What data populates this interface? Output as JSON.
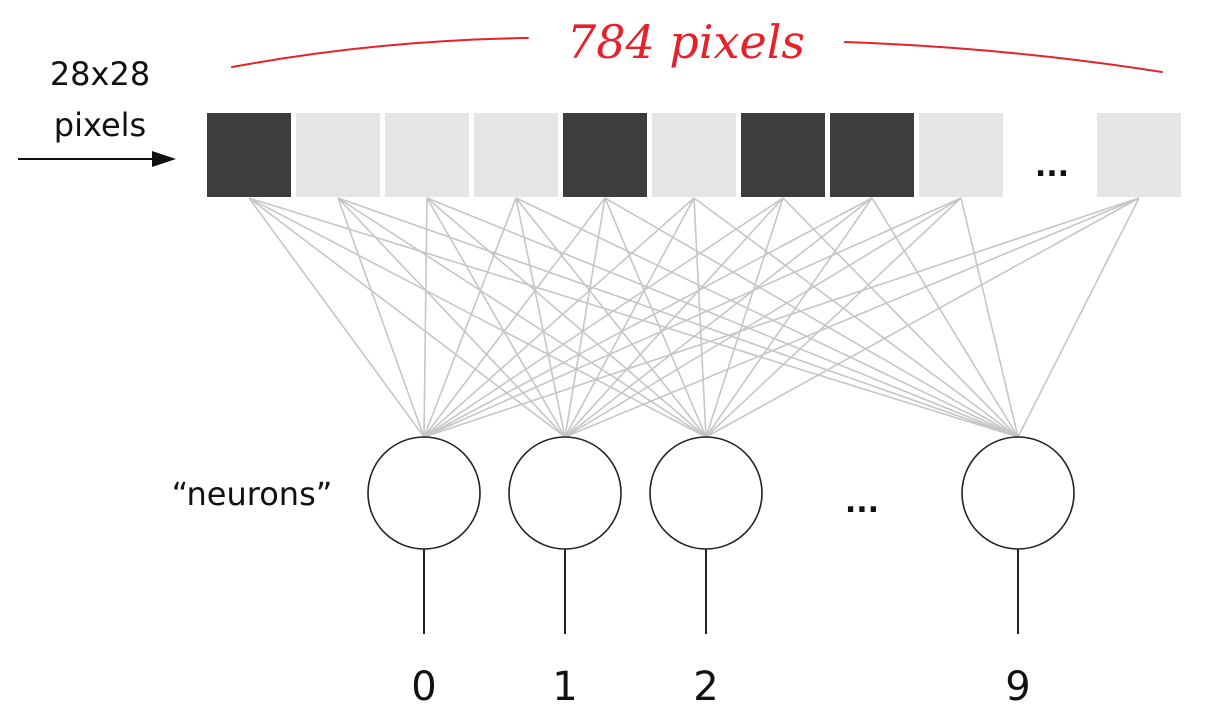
{
  "input_label_line1": "28x28",
  "input_label_line2": "pixels",
  "brace_label": "784 pixels",
  "pixel_cells": [
    "dark",
    "light",
    "light",
    "light",
    "dark",
    "light",
    "dark",
    "dark",
    "light",
    "light"
  ],
  "pixel_ellipsis": "...",
  "neurons_label": "“neurons”",
  "neuron_ellipsis": "...",
  "output_labels": [
    "0",
    "1",
    "2",
    "9"
  ],
  "colors": {
    "dark_pixel": "#3d3d3d",
    "light_pixel": "#e5e5e5",
    "annotation": "#e8202a",
    "connection": "#c6c6c6",
    "text": "#111111"
  }
}
